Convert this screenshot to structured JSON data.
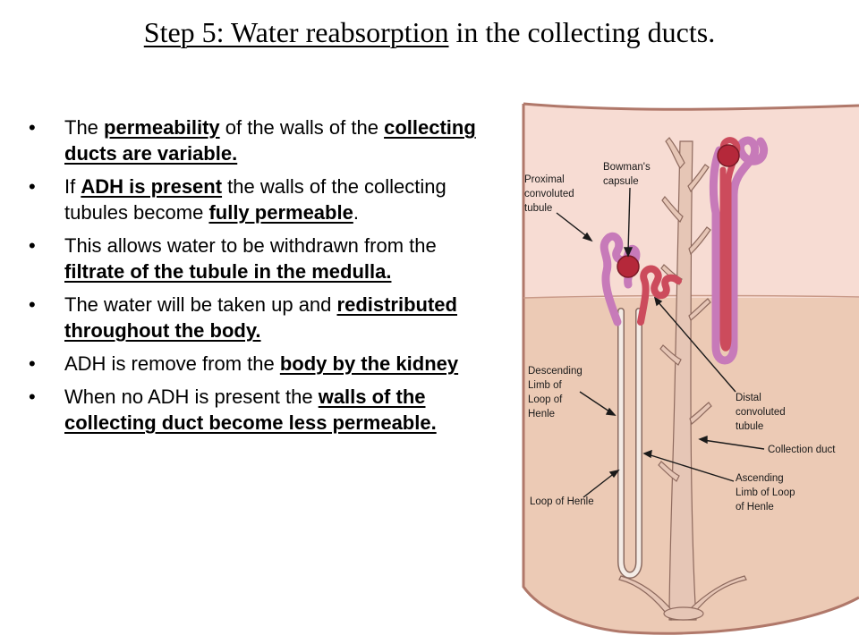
{
  "title": {
    "part_underlined": "Step 5: Water reabsorption",
    "part_rest": " in the collecting ducts."
  },
  "bullets": [
    [
      {
        "t": "The ",
        "u": false
      },
      {
        "t": "permeability",
        "u": true
      },
      {
        "t": " of the walls of the ",
        "u": false
      },
      {
        "t": "collecting ducts are variable.",
        "u": true
      }
    ],
    [
      {
        "t": "If ",
        "u": false
      },
      {
        "t": "ADH is present",
        "u": true
      },
      {
        "t": " the walls of the collecting tubules become ",
        "u": false
      },
      {
        "t": "fully permeable",
        "u": true
      },
      {
        "t": ".",
        "u": false
      }
    ],
    [
      {
        "t": "This allows water to be withdrawn from the ",
        "u": false
      },
      {
        "t": "filtrate of the tubule in the medulla.",
        "u": true
      }
    ],
    [
      {
        "t": "The water will be taken up and ",
        "u": false
      },
      {
        "t": "redistributed throughout the body.",
        "u": true
      }
    ],
    [
      {
        "t": "ADH is remove from the ",
        "u": false
      },
      {
        "t": "body by the kidney",
        "u": true
      }
    ],
    [
      {
        "t": "When no ADH is present the ",
        "u": false
      },
      {
        "t": "walls of the collecting duct become less permeable.",
        "u": true
      }
    ]
  ],
  "diagram": {
    "labels": {
      "proximal": [
        "Proximal",
        "convoluted",
        "tubule"
      ],
      "bowmans": [
        "Bowman's",
        "capsule"
      ],
      "descending": [
        "Descending",
        "Limb of",
        "Loop of",
        "Henle"
      ],
      "distal": [
        "Distal",
        "convoluted",
        "tubule"
      ],
      "collection": [
        "Collection duct"
      ],
      "ascending": [
        "Ascending",
        "Limb of Loop",
        "of Henle"
      ],
      "loop": [
        "Loop of Henle"
      ]
    },
    "colors": {
      "cortex": "#f7dcd3",
      "medulla": "#eccab5",
      "tissue_edge": "#b0786a",
      "duct": "#e6c6b6",
      "duct_edge": "#8e6a5e",
      "proximal": "#c77ab9",
      "distal": "#cc4b5c",
      "glomerulus": "#b5283a",
      "loop": "#f4ece6"
    }
  }
}
